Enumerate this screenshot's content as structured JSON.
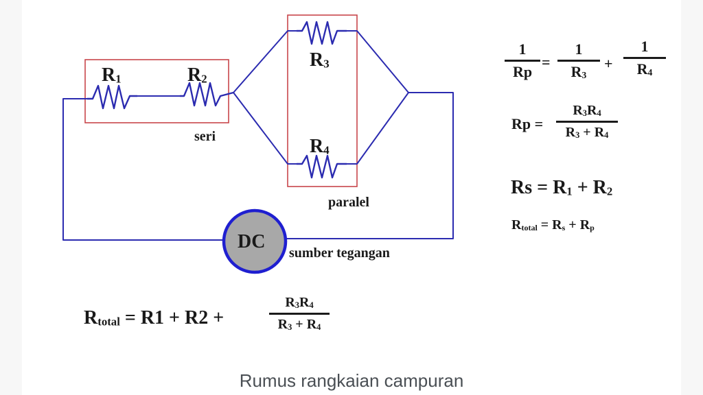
{
  "colors": {
    "wire": "#2b2bb0",
    "box": "#c8454a",
    "source_fill": "#a8a8a8",
    "source_stroke": "#1f1fd0",
    "text": "#1a1a1a",
    "caption": "#4a4f54"
  },
  "circuit": {
    "resistors": [
      {
        "id": "R1",
        "label": "R",
        "sub": "1"
      },
      {
        "id": "R2",
        "label": "R",
        "sub": "2"
      },
      {
        "id": "R3",
        "label": "R",
        "sub": "3"
      },
      {
        "id": "R4",
        "label": "R",
        "sub": "4"
      }
    ],
    "series_label": "seri",
    "parallel_label": "paralel",
    "source_label": "DC",
    "source_caption": "sumber tegangan"
  },
  "formulas": {
    "parallel_reciprocal": {
      "lhs_num": "1",
      "lhs_den": "Rp",
      "equals": "=",
      "t1_num": "1",
      "t1_den_main": "R",
      "t1_den_sub": "3",
      "plus": "+",
      "t2_num": "1",
      "t2_den_main": "R",
      "t2_den_sub": "4"
    },
    "parallel_product": {
      "lhs": "Rp =",
      "num": [
        "R",
        "3",
        "R",
        "4"
      ],
      "den": [
        "R",
        "3",
        " + R",
        "4"
      ]
    },
    "series": {
      "text_a": "Rs = R",
      "sub1": "1",
      "text_b": " + R",
      "sub2": "2"
    },
    "total": {
      "r": "R",
      "sub_total": "total",
      "text_mid": " = R",
      "sub_s": "s",
      "text_plus": " + R",
      "sub_p": "p"
    },
    "total_expanded": {
      "r": "R",
      "sub_total": "total",
      "text": " = R1 + R2 + ",
      "num": [
        "R",
        "3",
        "R",
        "4"
      ],
      "den": [
        "R",
        "3",
        " + R",
        "4"
      ]
    }
  },
  "caption": "Rumus rangkaian campuran"
}
